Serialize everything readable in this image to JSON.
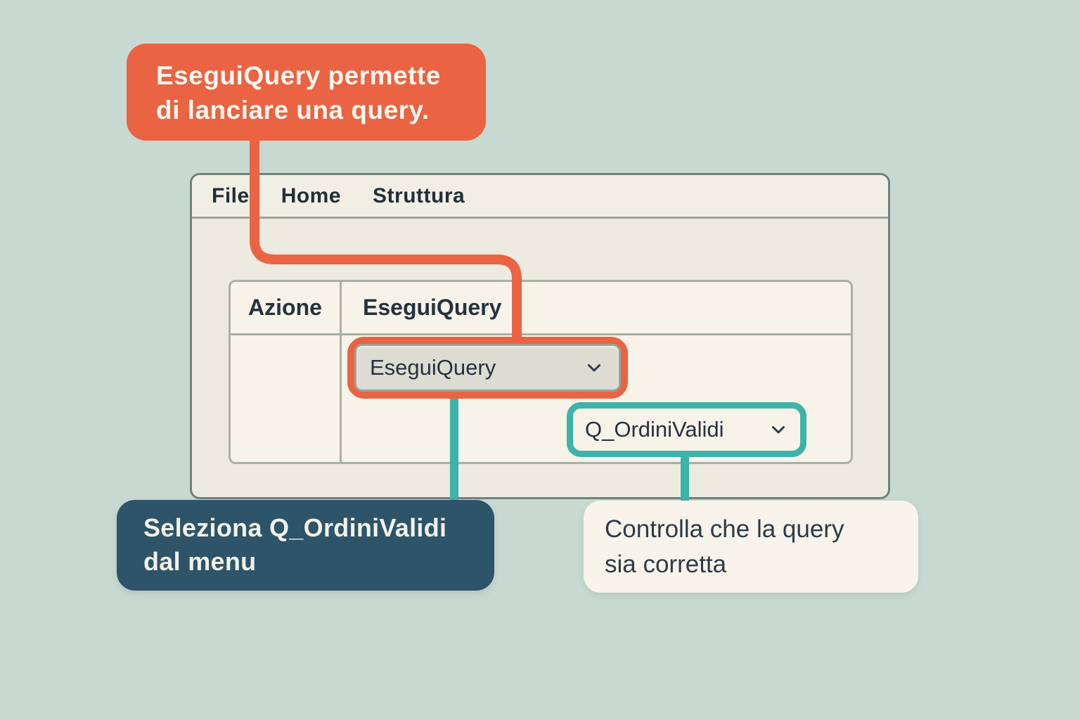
{
  "canvas": {
    "background": "#C8D9D1"
  },
  "colors": {
    "accent_orange": "#EA6342",
    "accent_teal": "#3DB3AA",
    "dark_slate": "#2D5468",
    "ink": "#25323E",
    "window_bg": "#EDEAE0",
    "panel_bg": "#F7F3E9",
    "dropdown_grey": "#DCDCD2"
  },
  "annotations": {
    "top_callout": {
      "lines": [
        "EseguiQuery permette",
        "di lanciare una query."
      ]
    },
    "bottom_left_callout": {
      "lines": [
        "Seleziona Q_OrdiniValidi",
        "dal menu"
      ]
    },
    "bottom_right_callout": {
      "lines": [
        "Controlla che la query",
        "sia corretta"
      ]
    }
  },
  "window": {
    "menu": {
      "items": [
        {
          "label": "File"
        },
        {
          "label": "Home"
        },
        {
          "label": "Struttura"
        }
      ]
    },
    "table": {
      "headers": [
        {
          "label": "Azione"
        },
        {
          "label": "EseguiQuery"
        }
      ],
      "action_dropdown": {
        "value": "EseguiQuery",
        "icon": "chevron-down"
      },
      "query_dropdown": {
        "value": "Q_OrdiniValidi",
        "icon": "chevron-down"
      }
    }
  }
}
